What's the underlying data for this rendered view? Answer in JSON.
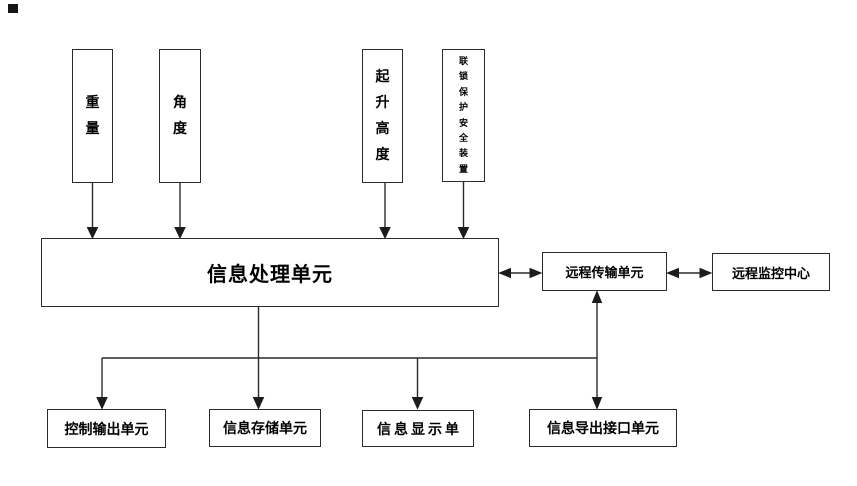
{
  "diagram": {
    "title_hint": "hoist monitoring system block diagram",
    "line_color": "#2b2b2b",
    "top_inputs": [
      {
        "id": "weight",
        "label": "重量"
      },
      {
        "id": "angle",
        "label": "角度"
      },
      {
        "id": "lift-height",
        "label": "起升高度"
      },
      {
        "id": "interlock-safety",
        "label": "联锁保护安全装置"
      }
    ],
    "processing_unit": {
      "label": "信息处理单元"
    },
    "remote_transmission_unit": {
      "label": "远程传输单元"
    },
    "remote_monitoring_center": {
      "label": "远程监控中心"
    },
    "output_units": [
      {
        "id": "control-output",
        "label": "控制输出单元"
      },
      {
        "id": "info-storage",
        "label": "信息存储单元"
      },
      {
        "id": "info-display",
        "label": "信息显示单"
      },
      {
        "id": "info-export-interface",
        "label": "信息导出接口单元"
      }
    ]
  }
}
